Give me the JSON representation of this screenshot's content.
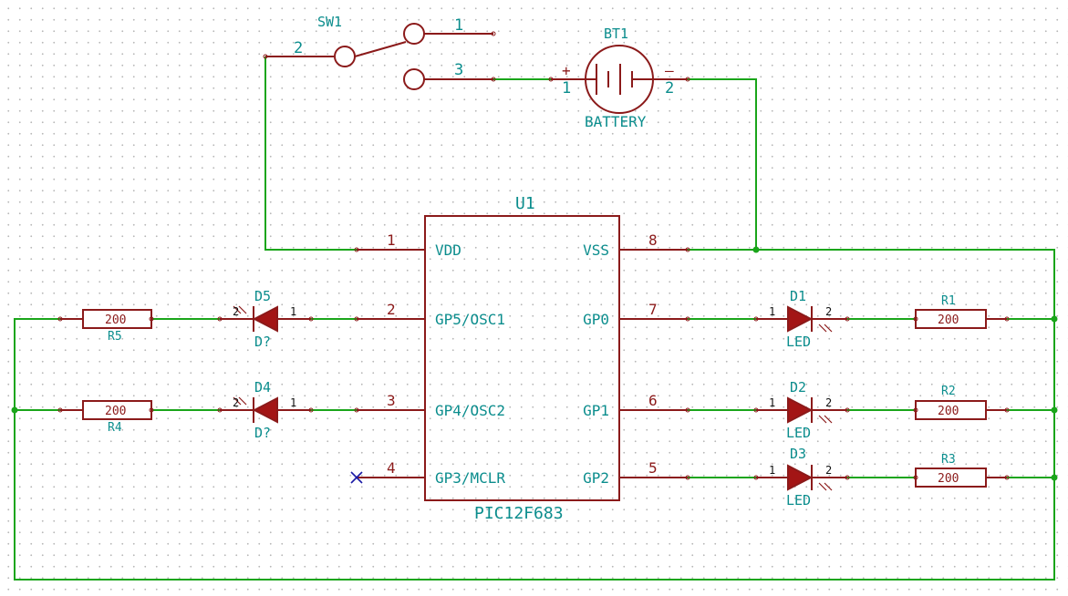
{
  "u1": {
    "ref": "U1",
    "value": "PIC12F683",
    "pins": {
      "p1": {
        "num": "1",
        "name": "VDD"
      },
      "p2": {
        "num": "2",
        "name": "GP5/OSC1"
      },
      "p3": {
        "num": "3",
        "name": "GP4/OSC2"
      },
      "p4": {
        "num": "4",
        "name": "GP3/MCLR"
      },
      "p8": {
        "num": "8",
        "name": "VSS"
      },
      "p7": {
        "num": "7",
        "name": "GP0"
      },
      "p6": {
        "num": "6",
        "name": "GP1"
      },
      "p5": {
        "num": "5",
        "name": "GP2"
      }
    }
  },
  "sw1": {
    "ref": "SW1",
    "pin1": "1",
    "pin2": "2",
    "pin3": "3"
  },
  "bt1": {
    "ref": "BT1",
    "value": "BATTERY",
    "plus": "+",
    "minus": "–",
    "pin1": "1",
    "pin2": "2"
  },
  "d1": {
    "ref": "D1",
    "value": "LED",
    "pa": "1",
    "pb": "2"
  },
  "d2": {
    "ref": "D2",
    "value": "LED",
    "pa": "1",
    "pb": "2"
  },
  "d3": {
    "ref": "D3",
    "value": "LED",
    "pa": "1",
    "pb": "2"
  },
  "d4": {
    "ref": "D4",
    "value": "D?",
    "pa": "2",
    "pb": "1"
  },
  "d5": {
    "ref": "D5",
    "value": "D?",
    "pa": "2",
    "pb": "1"
  },
  "r1": {
    "ref": "R1",
    "value": "200"
  },
  "r2": {
    "ref": "R2",
    "value": "200"
  },
  "r3": {
    "ref": "R3",
    "value": "200"
  },
  "r4": {
    "ref": "R4",
    "value": "200"
  },
  "r5": {
    "ref": "R5",
    "value": "200"
  }
}
